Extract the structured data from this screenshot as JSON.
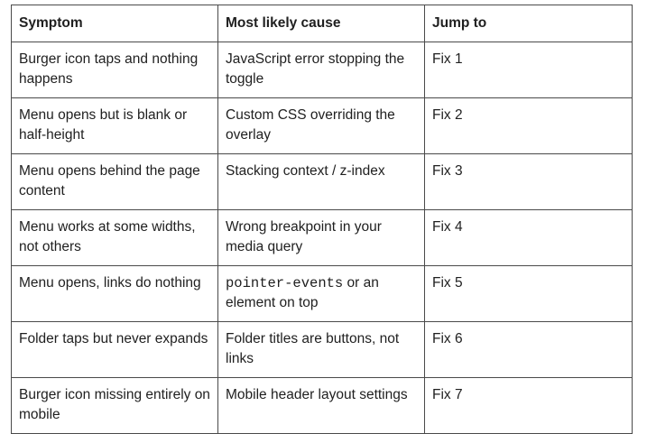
{
  "table": {
    "headers": [
      "Symptom",
      "Most likely cause",
      "Jump to"
    ],
    "rows": [
      {
        "symptom": "Burger icon taps and nothing happens",
        "cause_code": "",
        "cause": "JavaScript error stopping the toggle",
        "jump": "Fix 1"
      },
      {
        "symptom": "Menu opens but is blank or half-height",
        "cause_code": "",
        "cause": "Custom CSS overriding the overlay",
        "jump": "Fix 2"
      },
      {
        "symptom": "Menu opens behind the page content",
        "cause_code": "",
        "cause": "Stacking context / z-index",
        "jump": "Fix 3"
      },
      {
        "symptom": "Menu works at some widths, not others",
        "cause_code": "",
        "cause": "Wrong breakpoint in your media query",
        "jump": "Fix 4"
      },
      {
        "symptom": "Menu opens, links do nothing",
        "cause_code": "pointer-events",
        "cause": " or an element on top",
        "jump": "Fix 5"
      },
      {
        "symptom": "Folder taps but never expands",
        "cause_code": "",
        "cause": "Folder titles are buttons, not links",
        "jump": "Fix 6"
      },
      {
        "symptom": "Burger icon missing entirely on mobile",
        "cause_code": "",
        "cause": "Mobile header layout settings",
        "jump": "Fix 7"
      }
    ]
  }
}
